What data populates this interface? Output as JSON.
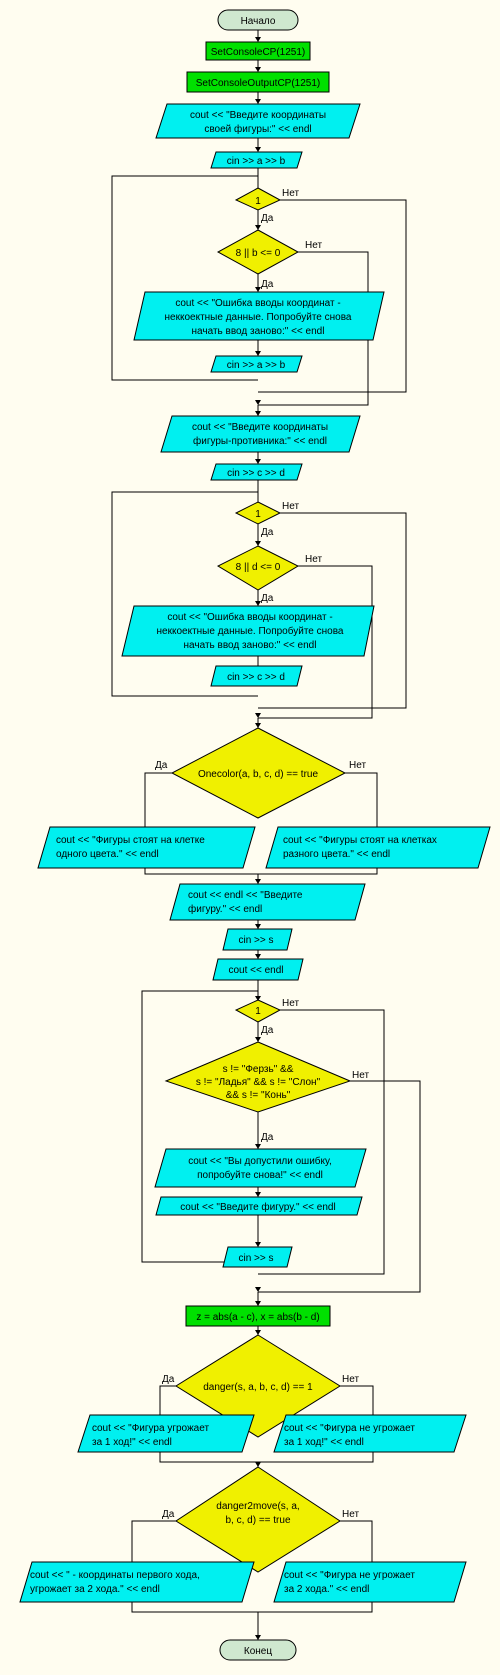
{
  "flowchart": {
    "start": "Начало",
    "end": "Конец",
    "yes": "Да",
    "no": "Нет",
    "proc_set_cp": "SetConsoleCP(1251)",
    "proc_set_out_cp": "SetConsoleOutputCP(1251)",
    "io_prompt_own": [
      "cout << \"Введите координаты",
      "своей фигуры:\" << endl"
    ],
    "io_cin_ab": "cin >> a >> b",
    "loop_cond_1": "1",
    "cond_b": "8 || b <= 0",
    "io_err_1": [
      "cout << \"Ошибка вводы координат -",
      "неккоектные данные. Попробуйте снова",
      "начать ввод заново:\" << endl"
    ],
    "io_cin_ab_2": "cin >> a >> b",
    "io_prompt_enemy": [
      "cout << \"Введите координаты",
      "фигуры-противника:\" << endl"
    ],
    "io_cin_cd": "cin >> c >> d",
    "loop_cond_2": "1",
    "cond_d": "8 || d <= 0",
    "io_err_2": [
      "cout << \"Ошибка вводы координат -",
      "неккоектные данные. Попробуйте снова",
      "начать ввод заново:\" << endl"
    ],
    "io_cin_cd_2": "cin >> c >> d",
    "cond_onecolor": "Onecolor(a, b, c, d) == true",
    "io_same_color": [
      "cout << \"Фигуры стоят на клетке",
      "одного цвета.\" << endl"
    ],
    "io_diff_color": [
      "cout << \"Фигуры стоят на клетках",
      "разного цвета.\" << endl"
    ],
    "io_prompt_fig": [
      "cout << endl << \"Введите",
      "фигуру.\" << endl"
    ],
    "io_cin_s": "cin >> s",
    "io_endl": "cout << endl",
    "loop_cond_3": "1",
    "cond_s": [
      "s != \"Ферзь\" &&",
      "s != \"Ладья\" && s != \"Слон\"",
      "&& s != \"Конь\""
    ],
    "io_err_fig": [
      "cout << \"Вы допустили ошибку,",
      "попробуйте снова!\" << endl"
    ],
    "io_prompt_fig_2": "cout << \"Введите фигуру.\" << endl",
    "io_cin_s_2": "cin >> s",
    "proc_abs": "z = abs(a - c), x = abs(b - d)",
    "cond_danger": "danger(s, a, b, c, d) == 1",
    "io_threat_1": [
      "cout << \"Фигура угрожает",
      "за 1 ход!\" << endl"
    ],
    "io_no_threat_1": [
      "cout << \"Фигура не угрожает",
      "за 1 ход!\" << endl"
    ],
    "cond_danger2": [
      "danger2move(s, a,",
      "b, c, d) == true"
    ],
    "io_threat_2": [
      "cout << \" - координаты первого хода,",
      "угрожает за 2 хода.\" << endl"
    ],
    "io_no_threat_2": [
      "cout << \"Фигура не угрожает",
      "за 2 хода.\" << endl"
    ]
  }
}
